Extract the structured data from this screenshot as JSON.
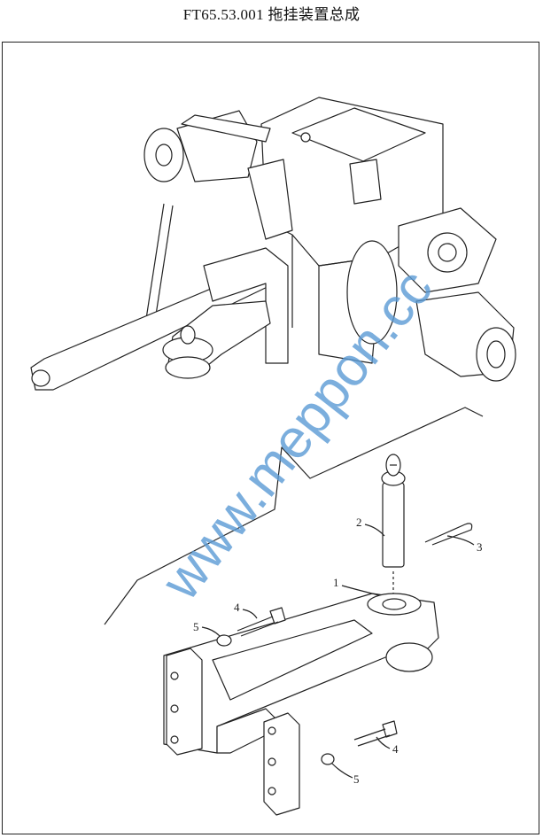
{
  "title": "FT65.53.001  拖挂装置总成",
  "watermark": "www.meppon.cc",
  "callouts": [
    {
      "id": "1",
      "part": "drawbar"
    },
    {
      "id": "2",
      "part": "pin"
    },
    {
      "id": "3",
      "part": "cotter-pin"
    },
    {
      "id": "4",
      "part": "bolt"
    },
    {
      "id": "4",
      "part": "bolt"
    },
    {
      "id": "5",
      "part": "washer"
    },
    {
      "id": "5",
      "part": "washer"
    }
  ],
  "colors": {
    "watermark": "#5b9bd5",
    "line": "#222222"
  }
}
